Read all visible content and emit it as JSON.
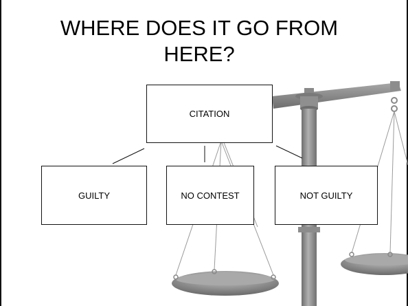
{
  "title": "WHERE DOES IT GO FROM HERE?",
  "flow": {
    "root": "CITATION",
    "outcomes": [
      "GUILTY",
      "NO CONTEST",
      "NOT GUILTY"
    ]
  },
  "colors": {
    "scale_metal": "#8a8a8a",
    "scale_light": "#b9b9b9",
    "scale_dark": "#5f5f5f",
    "line": "#111111"
  },
  "icons": {
    "background": "balance-scale-icon"
  }
}
